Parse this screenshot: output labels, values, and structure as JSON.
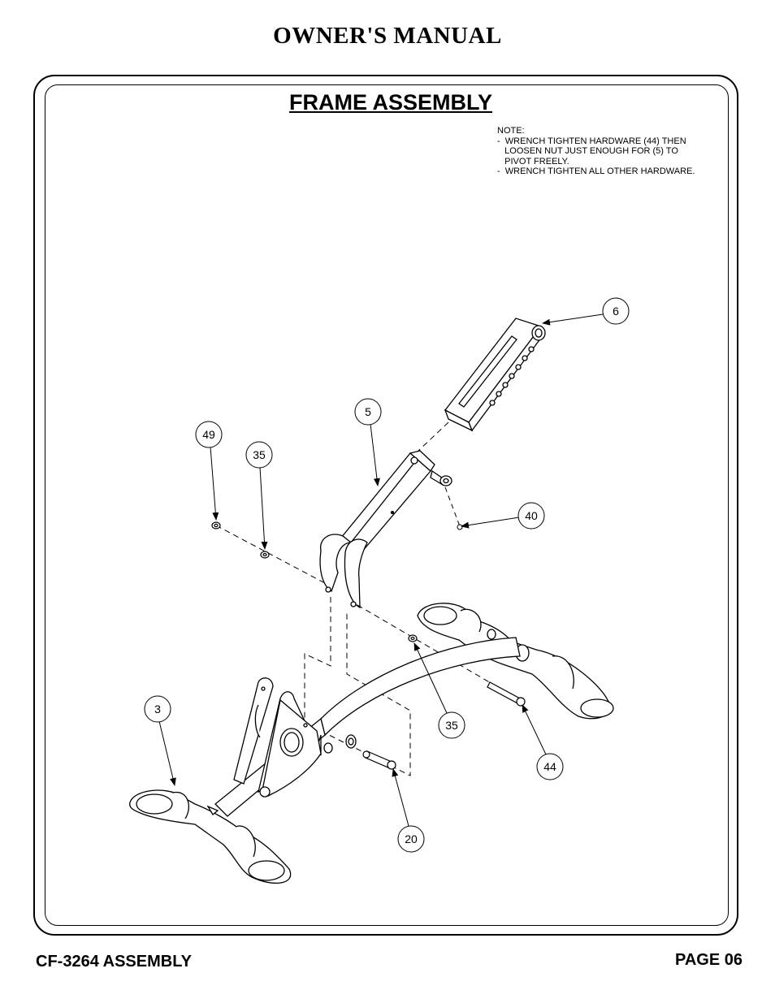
{
  "header": {
    "title": "OWNER'S MANUAL"
  },
  "section": {
    "title": "FRAME ASSEMBLY"
  },
  "note": {
    "lines": [
      "NOTE:",
      "-  WRENCH TIGHTEN HARDWARE (44) THEN",
      "   LOOSEN NUT JUST ENOUGH FOR (5) TO",
      "   PIVOT FREELY.",
      "-  WRENCH TIGHTEN ALL OTHER HARDWARE."
    ]
  },
  "callouts": [
    {
      "id": "callout-6",
      "label": "6"
    },
    {
      "id": "callout-5",
      "label": "5"
    },
    {
      "id": "callout-49",
      "label": "49"
    },
    {
      "id": "callout-35-top",
      "label": "35"
    },
    {
      "id": "callout-40",
      "label": "40"
    },
    {
      "id": "callout-3",
      "label": "3"
    },
    {
      "id": "callout-35-bottom",
      "label": "35"
    },
    {
      "id": "callout-44",
      "label": "44"
    },
    {
      "id": "callout-20",
      "label": "20"
    }
  ],
  "footer": {
    "left": "CF-3264 ASSEMBLY",
    "right": "PAGE 06"
  }
}
